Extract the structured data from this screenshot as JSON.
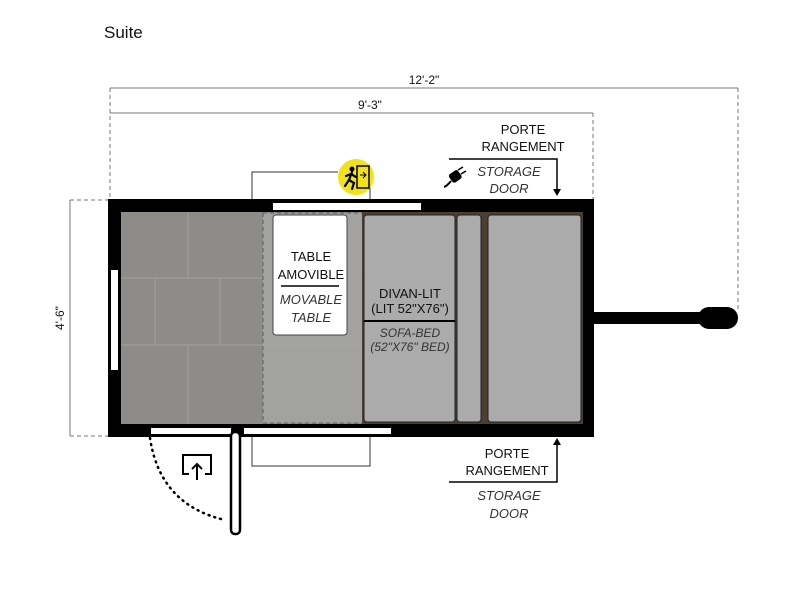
{
  "title": "Suite",
  "dimensions": {
    "overall_length": "12'-2\"",
    "box_length": "9'-3\"",
    "width": "4'-6\""
  },
  "table": {
    "fr_line1": "TABLE",
    "fr_line2": "AMOVIBLE",
    "en_line1": "MOVABLE",
    "en_line2": "TABLE"
  },
  "sofa": {
    "fr_line1": "DIVAN-LIT",
    "fr_line2": "(LIT 52\"X76\")",
    "en_line1": "SOFA-BED",
    "en_line2": "(52\"X76\" BED)"
  },
  "storage_top": {
    "fr_line1": "PORTE",
    "fr_line2": "RANGEMENT",
    "en_line1": "STORAGE",
    "en_line2": "DOOR"
  },
  "storage_bottom": {
    "fr_line1": "PORTE",
    "fr_line2": "RANGEMENT",
    "en_line1": "STORAGE",
    "en_line2": "DOOR"
  },
  "colors": {
    "wall": "#000000",
    "floor": "#8e8c88",
    "bed": "#ababab",
    "emergency": "#f2e21c",
    "frame": "#4a3f30"
  },
  "icons": [
    "emergency-exit-icon",
    "power-plug-icon",
    "entry-door-icon"
  ]
}
